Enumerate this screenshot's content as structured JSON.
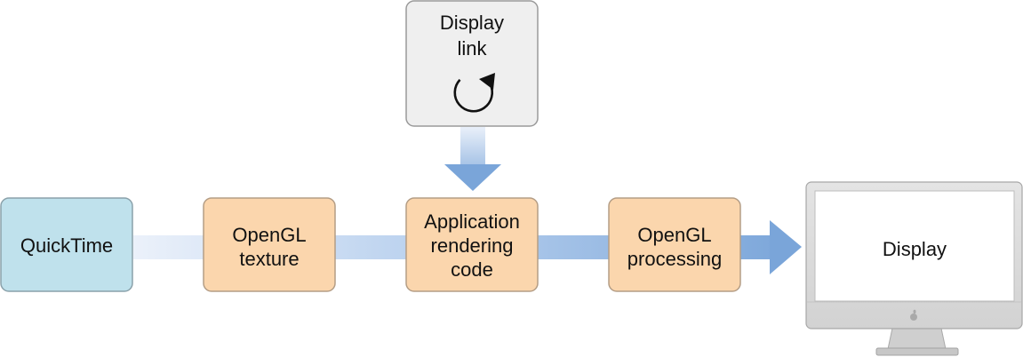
{
  "nodes": {
    "quicktime": {
      "label": "QuickTime",
      "fill": "#bfe1ec",
      "stroke": "#8aa1aa"
    },
    "texture": {
      "line1": "OpenGL",
      "line2": "texture",
      "fill": "#fbd6ad",
      "stroke": "#b49d85"
    },
    "app": {
      "line1": "Application",
      "line2": "rendering",
      "line3": "code",
      "fill": "#fbd6ad",
      "stroke": "#b49d85"
    },
    "processing": {
      "line1": "OpenGL",
      "line2": "processing",
      "fill": "#fbd6ad",
      "stroke": "#b49d85"
    },
    "display_link": {
      "line1": "Display",
      "line2": "link",
      "fill": "#efefef",
      "stroke": "#9a9a9a",
      "icon": "refresh-cycle-icon"
    },
    "display": {
      "label": "Display",
      "icon": "imac-monitor-icon",
      "bezel": "#dcdcdc",
      "screen": "#ffffff"
    }
  },
  "colors": {
    "arrow_light": "#e8eff9",
    "arrow_dark": "#7aa5d9",
    "text": "#111111"
  }
}
